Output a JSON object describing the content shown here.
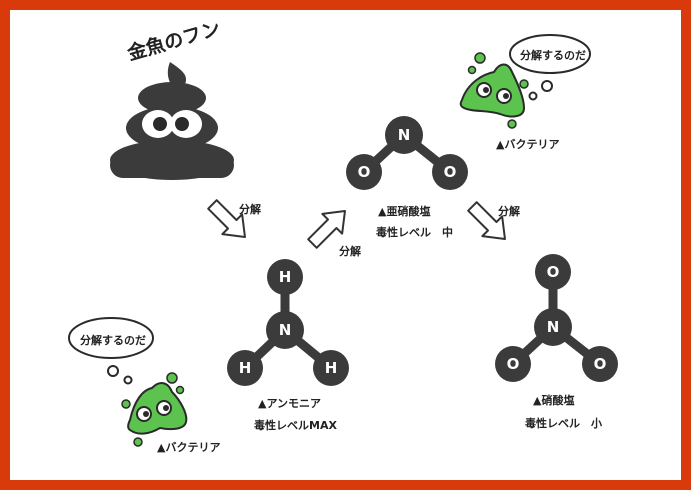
{
  "colors": {
    "border": "#d83a0c",
    "atom": "#3b3b3b",
    "bacteria": "#5cc34e",
    "arrow_outline": "#333333"
  },
  "poop": {
    "title": "金魚のフン"
  },
  "labels": {
    "decompose_1": "分解",
    "decompose_2": "分解",
    "decompose_3": "分解"
  },
  "molecules": {
    "ammonia": {
      "name": "▲アンモニア",
      "toxicity": "毒性レベルMAX",
      "atoms": [
        "H",
        "N",
        "H",
        "H"
      ]
    },
    "nitrite": {
      "name": "▲亜硝酸塩",
      "toxicity": "毒性レベル　中",
      "atoms": [
        "N",
        "O",
        "O"
      ]
    },
    "nitrate": {
      "name": "▲硝酸塩",
      "toxicity": "毒性レベル　小",
      "atoms": [
        "O",
        "N",
        "O",
        "O"
      ]
    }
  },
  "bacteria": {
    "top": {
      "speech": "分解するのだ",
      "label": "▲バクテリア"
    },
    "bottom": {
      "speech": "分解するのだ",
      "label": "▲バクテリア"
    }
  }
}
